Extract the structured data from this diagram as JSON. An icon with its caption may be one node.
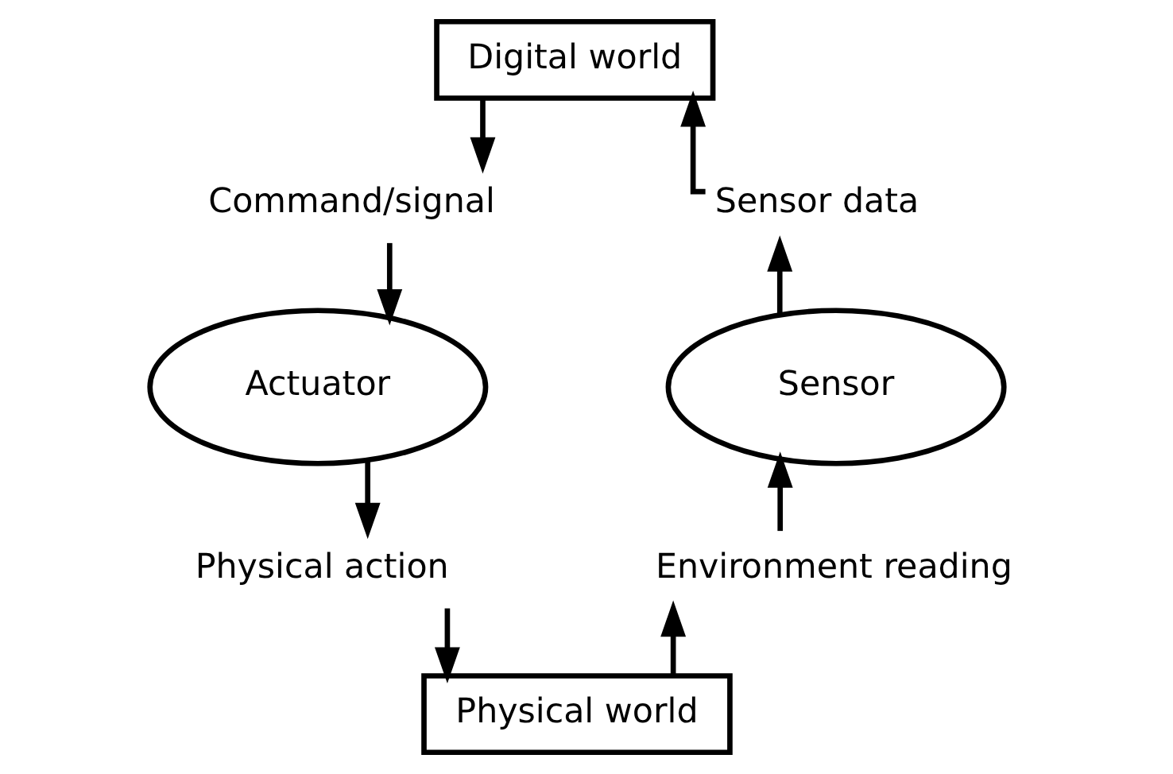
{
  "diagram": {
    "nodes": [
      {
        "text": [
          "Digital world"
        ]
      },
      {
        "text": [
          "Command/signal"
        ]
      },
      {
        "text": [
          "Actuator"
        ]
      },
      {
        "text": [
          "Physical action"
        ]
      },
      {
        "text": [
          "Physical world"
        ]
      },
      {
        "text": [
          "Environment reading"
        ]
      },
      {
        "text": [
          "Sensor"
        ]
      },
      {
        "text": [
          "Sensor data"
        ]
      }
    ],
    "edges": [
      {
        "from": 7,
        "to": 0,
        "arrow": "to"
      },
      {
        "from": 0,
        "to": 1,
        "arrow": "to"
      },
      {
        "from": 1,
        "to": 2,
        "arrow": "to"
      },
      {
        "from": 2,
        "to": 3,
        "arrow": "to"
      },
      {
        "from": 3,
        "to": 4,
        "arrow": "to"
      },
      {
        "from": 4,
        "to": 5,
        "arrow": "to"
      },
      {
        "from": 5,
        "to": 6,
        "arrow": "to"
      },
      {
        "from": 6,
        "to": 7,
        "arrow": "to"
      }
    ]
  }
}
